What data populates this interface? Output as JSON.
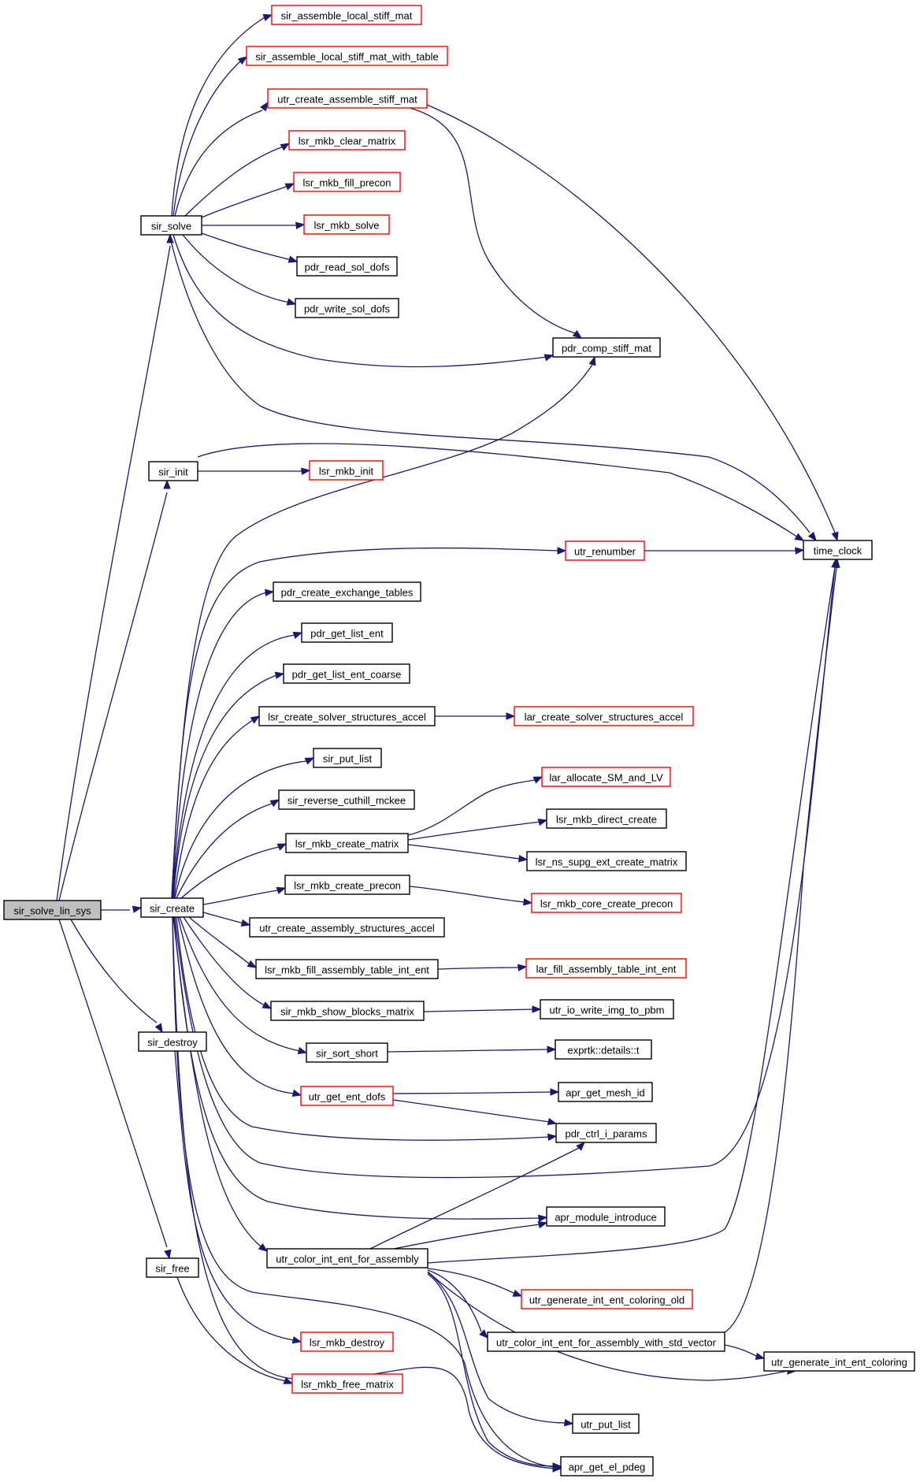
{
  "colors": {
    "edge": "#191970",
    "node_border": "#000000",
    "truncated_node_border": "#ff0000",
    "root_fill": "#bfbfbf"
  },
  "nodes": {
    "sir_solve_lin_sys": "sir_solve_lin_sys",
    "sir_solve": "sir_solve",
    "sir_init": "sir_init",
    "sir_create": "sir_create",
    "sir_destroy": "sir_destroy",
    "sir_free": "sir_free",
    "sir_assemble_local_stiff_mat": "sir_assemble_local_stiff_mat",
    "sir_assemble_local_stiff_mat_with_table": "sir_assemble_local_stiff_mat_with_table",
    "utr_create_assemble_stiff_mat": "utr_create_assemble_stiff_mat",
    "lsr_mkb_clear_matrix": "lsr_mkb_clear_matrix",
    "lsr_mkb_fill_precon": "lsr_mkb_fill_precon",
    "lsr_mkb_solve": "lsr_mkb_solve",
    "pdr_read_sol_dofs": "pdr_read_sol_dofs",
    "pdr_write_sol_dofs": "pdr_write_sol_dofs",
    "pdr_comp_stiff_mat": "pdr_comp_stiff_mat",
    "lsr_mkb_init": "lsr_mkb_init",
    "utr_renumber": "utr_renumber",
    "time_clock": "time_clock",
    "pdr_create_exchange_tables": "pdr_create_exchange_tables",
    "pdr_get_list_ent": "pdr_get_list_ent",
    "pdr_get_list_ent_coarse": "pdr_get_list_ent_coarse",
    "lsr_create_solver_structures_accel": "lsr_create_solver_structures_accel",
    "lar_create_solver_structures_accel": "lar_create_solver_structures_accel",
    "sir_put_list": "sir_put_list",
    "sir_reverse_cuthill_mckee": "sir_reverse_cuthill_mckee",
    "lar_allocate_SM_and_LV": "lar_allocate_SM_and_LV",
    "lsr_mkb_create_matrix": "lsr_mkb_create_matrix",
    "lsr_mkb_direct_create": "lsr_mkb_direct_create",
    "lsr_ns_supg_ext_create_matrix": "lsr_ns_supg_ext_create_matrix",
    "lsr_mkb_create_precon": "lsr_mkb_create_precon",
    "lsr_mkb_core_create_precon": "lsr_mkb_core_create_precon",
    "utr_create_assembly_structures_accel": "utr_create_assembly_structures_accel",
    "lsr_mkb_fill_assembly_table_int_ent": "lsr_mkb_fill_assembly_table_int_ent",
    "lar_fill_assembly_table_int_ent": "lar_fill_assembly_table_int_ent",
    "sir_mkb_show_blocks_matrix": "sir_mkb_show_blocks_matrix",
    "utr_io_write_img_to_pbm": "utr_io_write_img_to_pbm",
    "sir_sort_short": "sir_sort_short",
    "exprtk_details_t": "exprtk::details::t",
    "utr_get_ent_dofs": "utr_get_ent_dofs",
    "apr_get_mesh_id": "apr_get_mesh_id",
    "pdr_ctrl_i_params": "pdr_ctrl_i_params",
    "apr_module_introduce": "apr_module_introduce",
    "utr_color_int_ent_for_assembly": "utr_color_int_ent_for_assembly",
    "utr_generate_int_ent_coloring_old": "utr_generate_int_ent_coloring_old",
    "utr_color_int_ent_for_assembly_with_std_vector": "utr_color_int_ent_for_assembly_with_std_vector",
    "utr_generate_int_ent_coloring": "utr_generate_int_ent_coloring",
    "lsr_mkb_destroy": "lsr_mkb_destroy",
    "lsr_mkb_free_matrix": "lsr_mkb_free_matrix",
    "utr_put_list": "utr_put_list",
    "apr_get_el_pdeg": "apr_get_el_pdeg"
  }
}
